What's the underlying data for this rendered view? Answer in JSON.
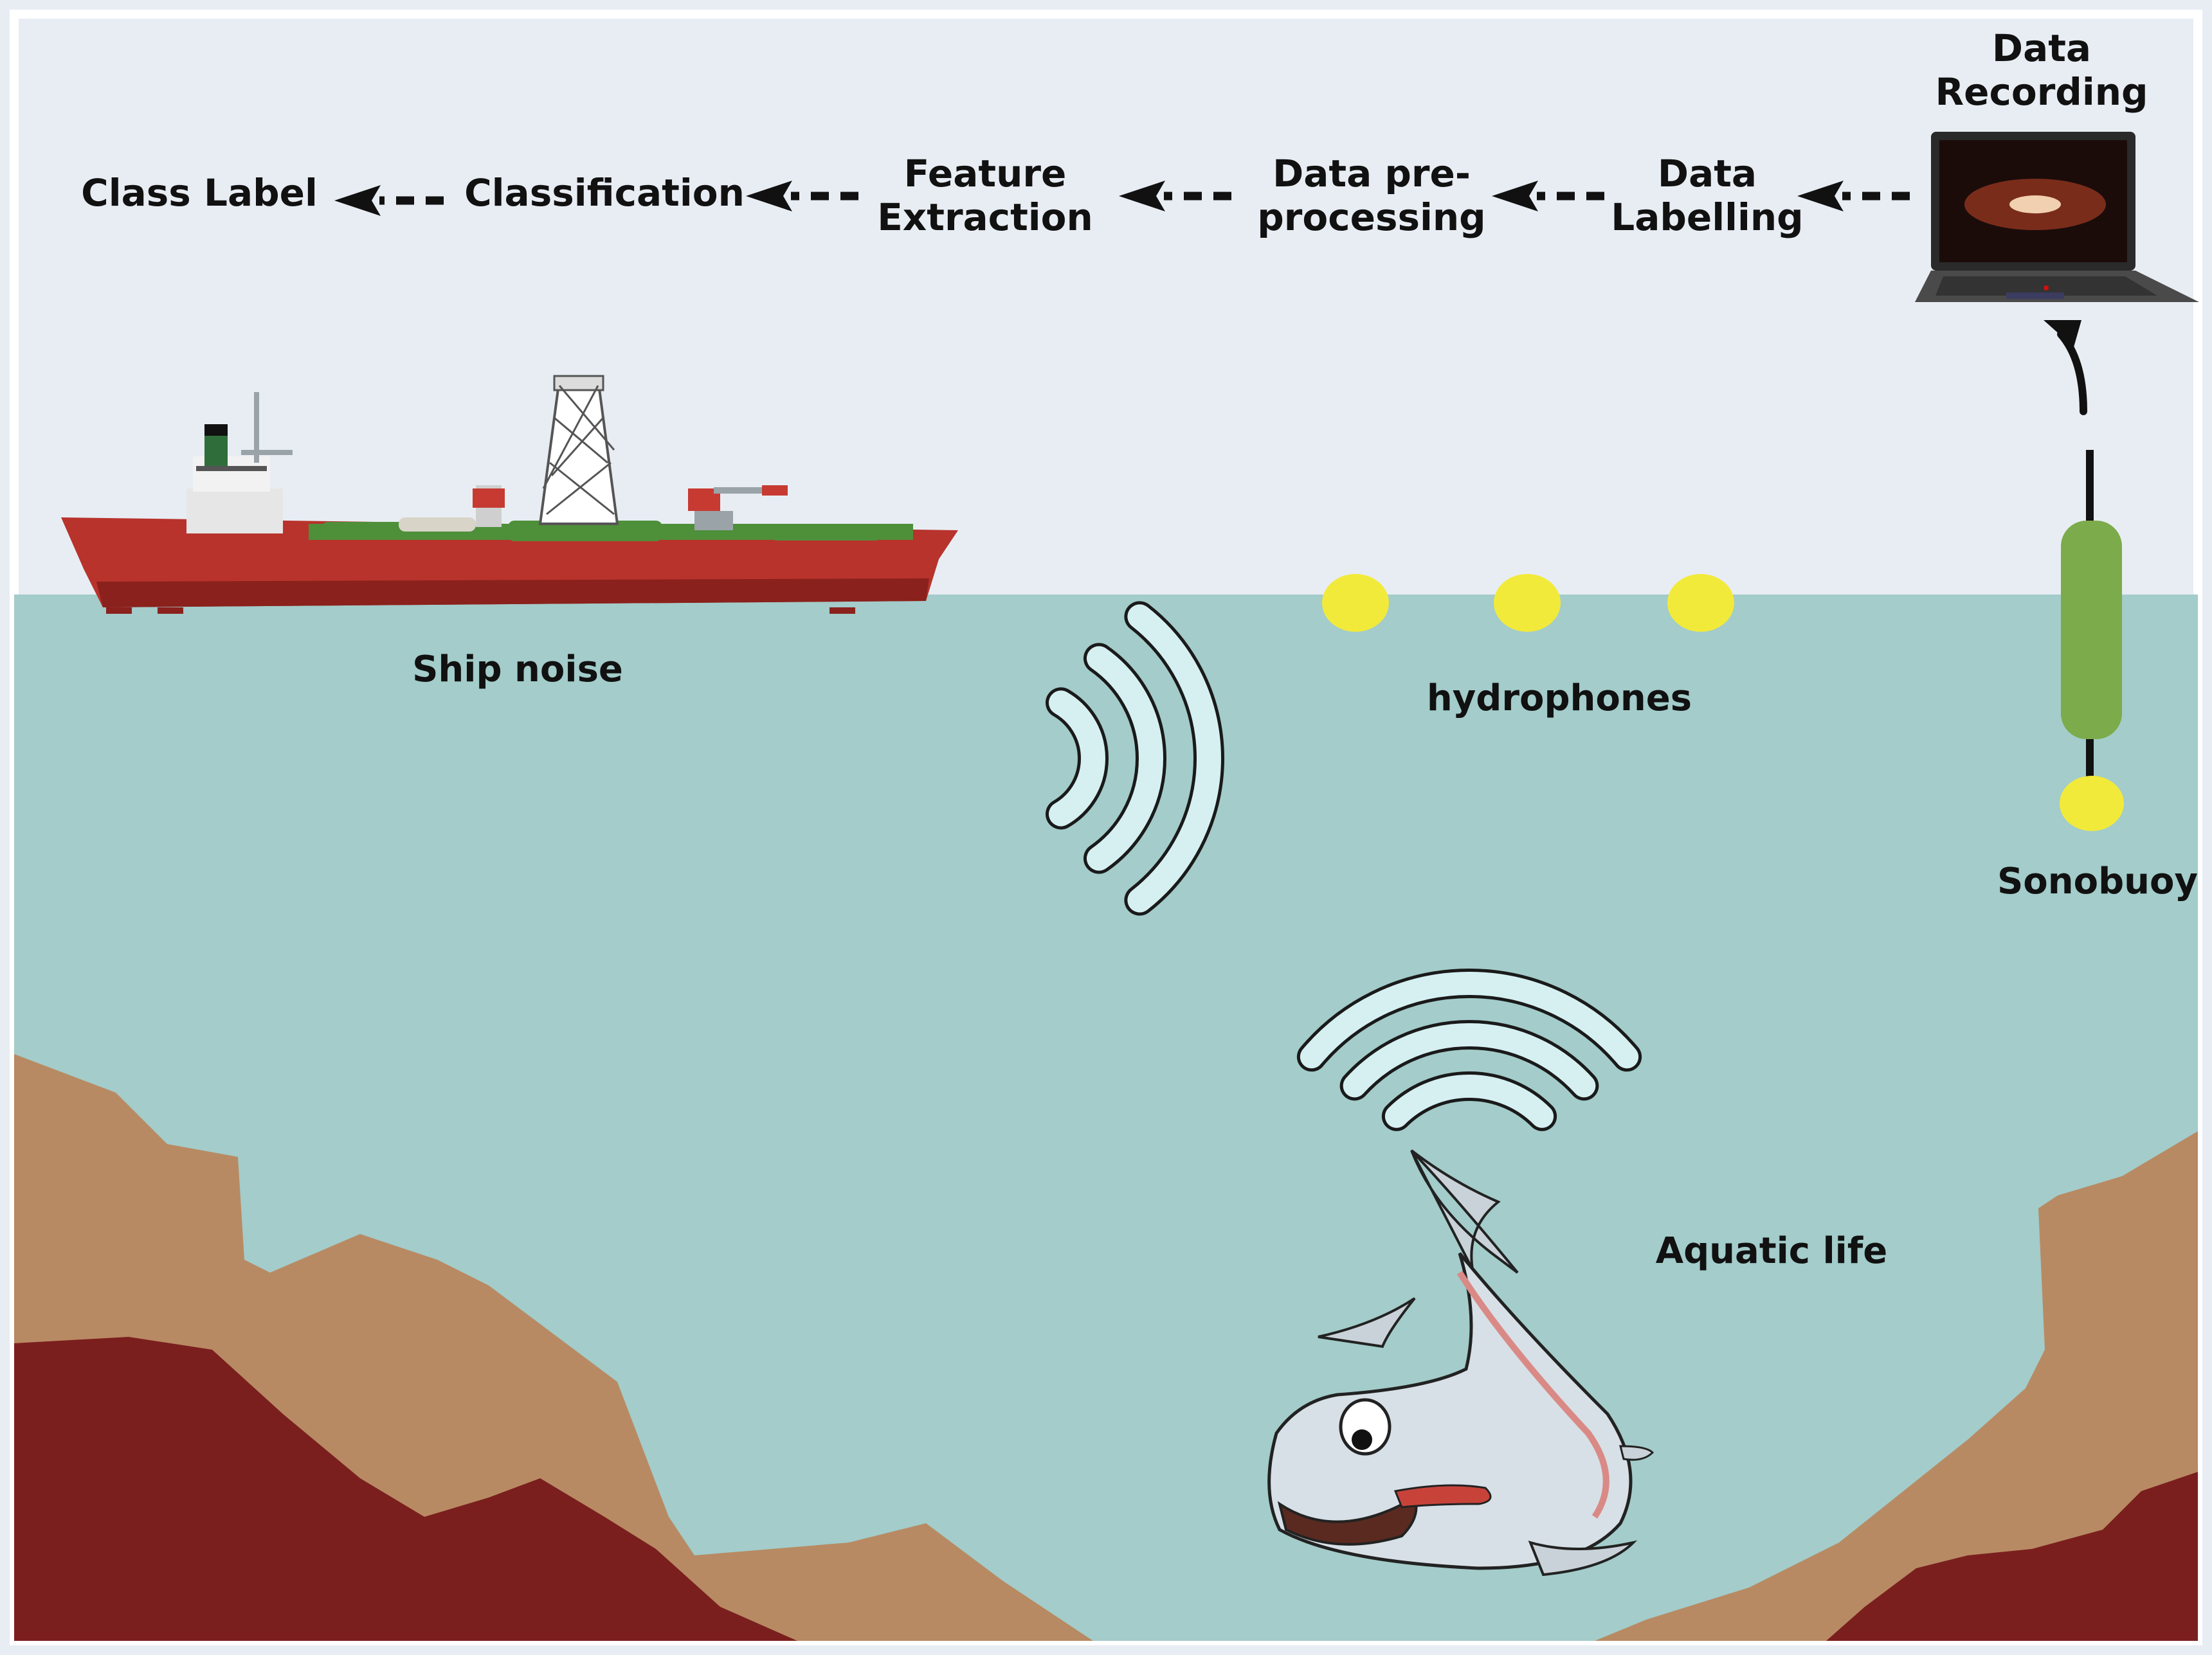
{
  "pipeline": {
    "steps": [
      "Class Label",
      "Classification",
      "Feature Extraction",
      "Data pre-processing",
      "Data Labelling",
      "Data Recording"
    ],
    "step_lines": [
      [
        "Class Label"
      ],
      [
        "Classification"
      ],
      [
        "Feature",
        "Extraction"
      ],
      [
        "Data pre-",
        "processing"
      ],
      [
        "Data",
        "Labelling"
      ],
      [
        "Data",
        "Recording"
      ]
    ]
  },
  "scene": {
    "ship_label": "Ship noise",
    "hydrophones_label": "hydrophones",
    "hydrophone_count": 3,
    "sonobuoy_label": "Sonobuoy",
    "aquatic_label": "Aquatic life"
  },
  "colors": {
    "sky": "#e8edf3",
    "water": "#a3ccca",
    "seabed_light": "#b88a63",
    "seabed_dark": "#7a1f1e",
    "ship_hull": "#b8332c",
    "ship_deck": "#4e8f3a",
    "hydrophone": "#f2ea3a",
    "sonobuoy": "#7cab4b",
    "wave": "#d6f0f2",
    "arrow": "#111111"
  }
}
